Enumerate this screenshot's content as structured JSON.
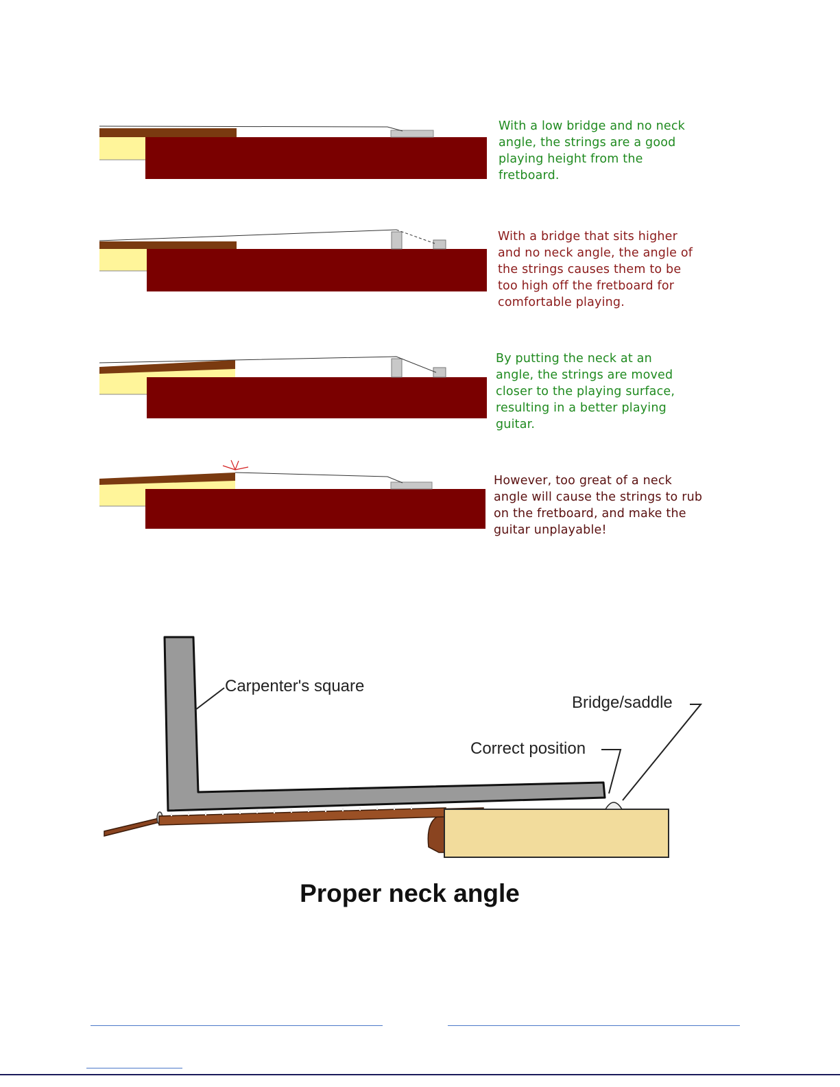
{
  "panels": [
    {
      "caption": [
        "With a low bridge and no neck",
        "angle, the strings are a good",
        "playing height from the",
        "fretboard."
      ],
      "color": "#1f8a1f"
    },
    {
      "caption": [
        "With a bridge that sits higher",
        "and no neck angle, the angle of",
        "the strings causes them to be",
        "too high off the fretboard for",
        "comfortable playing."
      ],
      "color": "#8b1a1a"
    },
    {
      "caption": [
        "By putting the neck at an",
        "angle, the strings are moved",
        "closer to the playing surface,",
        "resulting in a better playing",
        "guitar."
      ],
      "color": "#1f8a1f"
    },
    {
      "caption": [
        "However, too great of a neck",
        "angle will cause the strings to rub",
        "on the fretboard, and make the",
        "guitar unplayable!"
      ],
      "color": "#5a1010"
    }
  ],
  "figure": {
    "labels": {
      "square": "Carpenter's square",
      "bridge": "Bridge/saddle",
      "correct": "Correct position"
    },
    "title": "Proper neck angle"
  },
  "colors": {
    "body": "#7a0000",
    "neck": "#fff59a",
    "fretboard": "#7a3a10",
    "bridge": "#c8c8c8",
    "square": "#9a9a9a",
    "guitar_top": "#f2dc9c",
    "rule": "#4a78c8"
  }
}
